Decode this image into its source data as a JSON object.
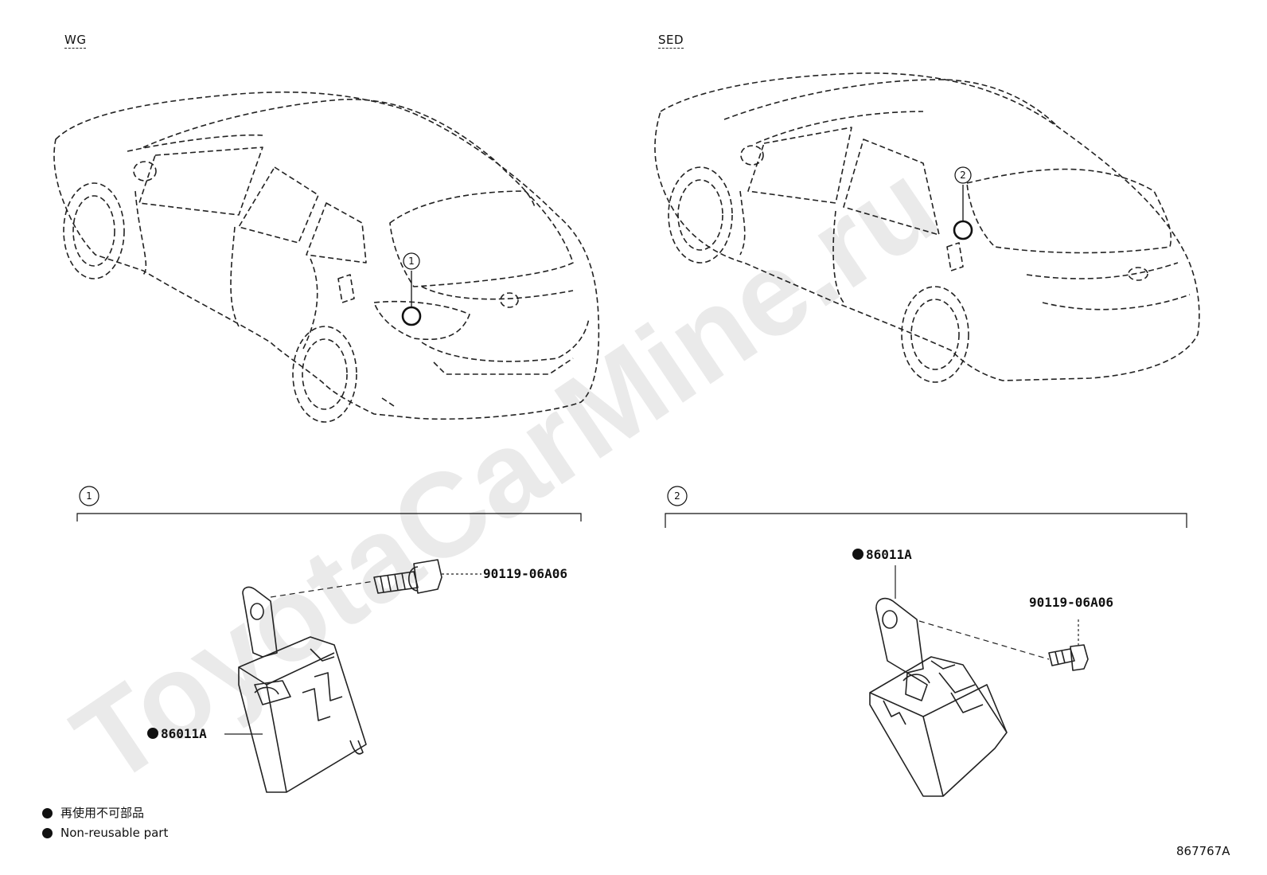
{
  "labels": {
    "left_variant": "WG",
    "right_variant": "SED",
    "callout_1": "1",
    "callout_2": "2",
    "watermark": "ToyotaCarMine.ru"
  },
  "parts": {
    "left_module": "86011A",
    "left_bolt": "90119-06A06",
    "right_module": "86011A",
    "right_bolt": "90119-06A06"
  },
  "legend": {
    "line_1": "再使用不可部品",
    "line_2": "Non-reusable part"
  },
  "drawing_id": "867767A"
}
